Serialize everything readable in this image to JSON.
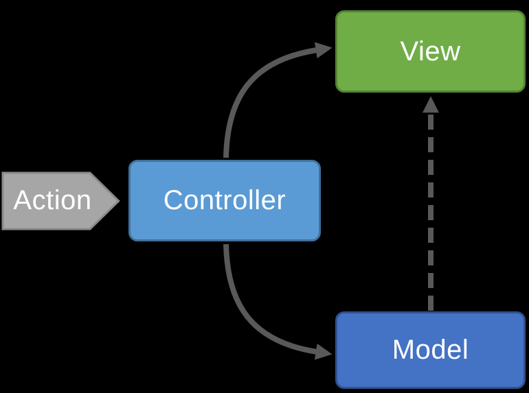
{
  "background": "#000000",
  "text_color": "#ffffff",
  "connector_color": "#595959",
  "nodes": {
    "action": {
      "label": "Action",
      "shape": "chevron-arrow-right",
      "fill": "#A6A6A6",
      "border": "#8A8A8A"
    },
    "controller": {
      "label": "Controller",
      "shape": "rounded-rect",
      "fill": "#5B9BD5",
      "border": "#41719C"
    },
    "view": {
      "label": "View",
      "shape": "rounded-rect",
      "fill": "#70AD47",
      "border": "#548235"
    },
    "model": {
      "label": "Model",
      "shape": "rounded-rect",
      "fill": "#4472C4",
      "border": "#2F528F"
    }
  },
  "edges": [
    {
      "id": "controller-to-view",
      "from": "controller",
      "to": "view",
      "line": "solid",
      "shape": "curved"
    },
    {
      "id": "controller-to-model",
      "from": "controller",
      "to": "model",
      "line": "solid",
      "shape": "curved"
    },
    {
      "id": "model-to-view",
      "from": "model",
      "to": "view",
      "line": "dashed",
      "shape": "straight"
    }
  ]
}
